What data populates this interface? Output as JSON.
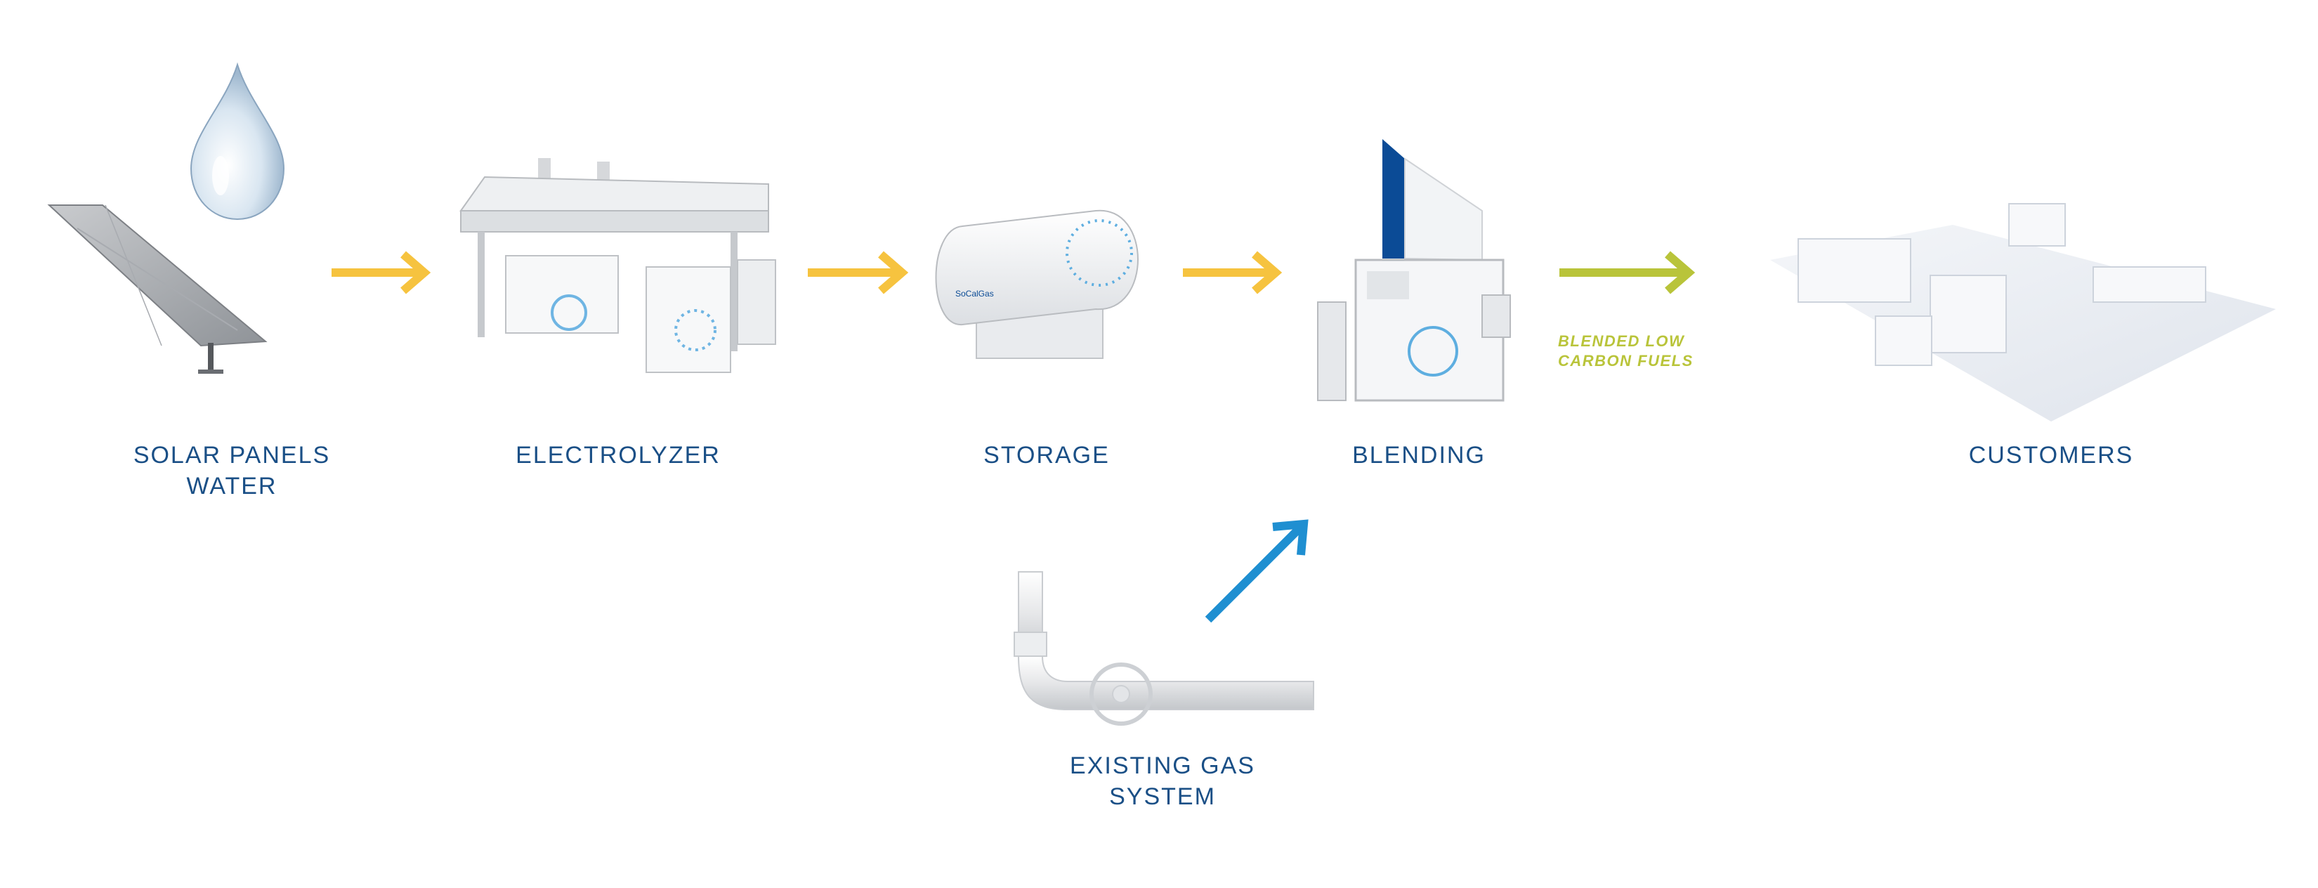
{
  "stages": [
    {
      "id": "solar",
      "line1": "SOLAR PANELS",
      "line2": "WATER"
    },
    {
      "id": "electrolyzer",
      "line1": "ELECTROLYZER",
      "line2": ""
    },
    {
      "id": "storage",
      "line1": "STORAGE",
      "line2": ""
    },
    {
      "id": "blending",
      "line1": "BLENDING",
      "line2": ""
    },
    {
      "id": "customers",
      "line1": "CUSTOMERS",
      "line2": ""
    }
  ],
  "gas_system": {
    "line1": "EXISTING GAS",
    "line2": "SYSTEM"
  },
  "blended_note": {
    "line1": "BLENDED LOW",
    "line2": "CARBON FUELS"
  },
  "storage_tank_logo": "SoCalGas",
  "colors": {
    "label": "#1a4f86",
    "arrow_yellow": "#f6c33f",
    "arrow_green": "#b9c43a",
    "arrow_blue": "#1f8fd1",
    "brand_blue": "#0b4b96"
  },
  "icons": [
    "solar-panel-icon",
    "water-drop-icon",
    "electrolyzer-icon",
    "storage-tank-icon",
    "blending-unit-icon",
    "city-blocks-icon",
    "gas-pipe-icon"
  ]
}
